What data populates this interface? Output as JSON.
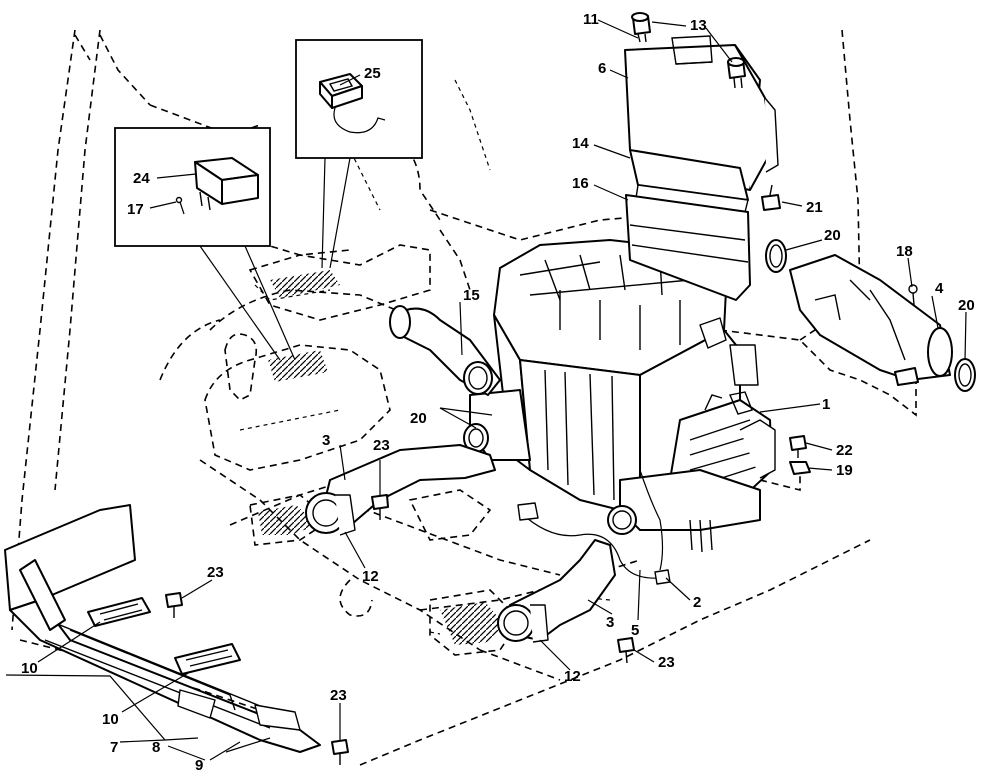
{
  "diagram": {
    "type": "exploded-parts-diagram",
    "line_color": "#000000",
    "background": "#ffffff",
    "callouts": [
      {
        "id": "c11",
        "label": "11"
      },
      {
        "id": "c13",
        "label": "13"
      },
      {
        "id": "c6",
        "label": "6"
      },
      {
        "id": "c25",
        "label": "25"
      },
      {
        "id": "c14",
        "label": "14"
      },
      {
        "id": "c16",
        "label": "16"
      },
      {
        "id": "c24",
        "label": "24"
      },
      {
        "id": "c17",
        "label": "17"
      },
      {
        "id": "c21",
        "label": "21"
      },
      {
        "id": "c20a",
        "label": "20"
      },
      {
        "id": "c18",
        "label": "18"
      },
      {
        "id": "c4",
        "label": "4"
      },
      {
        "id": "c20b",
        "label": "20"
      },
      {
        "id": "c15",
        "label": "15"
      },
      {
        "id": "c1",
        "label": "1"
      },
      {
        "id": "c20c",
        "label": "20"
      },
      {
        "id": "c3a",
        "label": "3"
      },
      {
        "id": "c23a",
        "label": "23"
      },
      {
        "id": "c22",
        "label": "22"
      },
      {
        "id": "c19",
        "label": "19"
      },
      {
        "id": "c12a",
        "label": "12"
      },
      {
        "id": "c23b",
        "label": "23"
      },
      {
        "id": "c2",
        "label": "2"
      },
      {
        "id": "c3b",
        "label": "3"
      },
      {
        "id": "c5",
        "label": "5"
      },
      {
        "id": "c23c",
        "label": "23"
      },
      {
        "id": "c12b",
        "label": "12"
      },
      {
        "id": "c10a",
        "label": "10"
      },
      {
        "id": "c10b",
        "label": "10"
      },
      {
        "id": "c23d",
        "label": "23"
      },
      {
        "id": "c7",
        "label": "7"
      },
      {
        "id": "c8",
        "label": "8"
      },
      {
        "id": "c9",
        "label": "9"
      }
    ]
  }
}
